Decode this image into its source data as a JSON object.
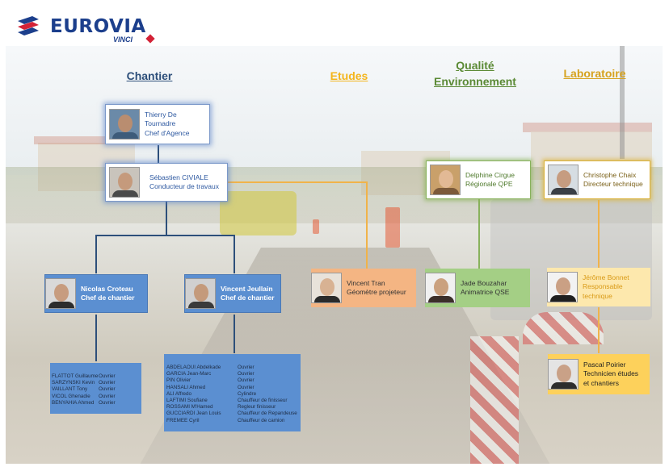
{
  "logo": {
    "brand": "EUROVIA",
    "sub": "VINCI"
  },
  "headers": {
    "chantier": "Chantier",
    "etudes": "Etudes",
    "qualite_line1": "Qualité",
    "qualite_line2": "Environnement",
    "laboratoire": "Laboratoire"
  },
  "colors": {
    "chantier": "#2d4f7a",
    "etudes": "#f4b51c",
    "qualite": "#5b8a35",
    "laboratoire": "#d6a21e",
    "blue_box": "#5b8fd1"
  },
  "people": {
    "thierry": {
      "line1": "Thierry De",
      "line2": "Tournadre",
      "line3": "Chef d'Agence"
    },
    "sebastien": {
      "line1": "Sébastien CIVIALE",
      "line2": "Conducteur de  travaux"
    },
    "nicolas": {
      "line1": "Nicolas Croteau",
      "line2": "Chef de chantier"
    },
    "vincent_j": {
      "line1": "Vincent Jeullain",
      "line2": "Chef de chantier"
    },
    "vincent_t": {
      "line1": "Vincent Tran",
      "line2": "Géomètre projeteur"
    },
    "delphine": {
      "line1": "Delphine Cirgue",
      "line2": "Régionale QPE"
    },
    "jade": {
      "line1": "Jade Bouzahar",
      "line2": "Animatrice QSE"
    },
    "christophe": {
      "line1": "Christophe Chaix",
      "line2": "Directeur technique"
    },
    "jerome": {
      "line1": "Jérôme Bonnet",
      "line2": "Responsable",
      "line3": "technique"
    },
    "pascal": {
      "line1": "Pascal Poirier",
      "line2": "Technicien études",
      "line3": "et chantiers"
    }
  },
  "team_nicolas": [
    {
      "name": "FLATTOT Guillaume",
      "role": "Ouvrier"
    },
    {
      "name": "SARZYNSKI Kevin",
      "role": "Ouvrier"
    },
    {
      "name": "VAILLANT Tony",
      "role": "Ouvrier"
    },
    {
      "name": "VICOL Ghenadie",
      "role": "Ouvrier"
    },
    {
      "name": "BENYAHIA Ahmed",
      "role": "Ouvrier"
    }
  ],
  "team_vincent": [
    {
      "name": "ABDELAOUI Abdelkade",
      "role": "Ouvrier"
    },
    {
      "name": "GARCIA Jean-Marc",
      "role": "Ouvrier"
    },
    {
      "name": "PIN Olivier",
      "role": "Ouvrier"
    },
    {
      "name": "HANSALI Ahmed",
      "role": "Ouvrier"
    },
    {
      "name": "ALI Affredo",
      "role": "Cylindre"
    },
    {
      "name": "LAFTIMI Soufiane",
      "role": "Chauffeur de finisseur"
    },
    {
      "name": "ROSSAMI M'Hamed",
      "role": "Regleur finisseur"
    },
    {
      "name": "GUCCIARDI  Jean Louis",
      "role": "Chauffeur de Repandeuse"
    },
    {
      "name": "FREMEE Cyril",
      "role": "Chauffeur de camion"
    }
  ]
}
